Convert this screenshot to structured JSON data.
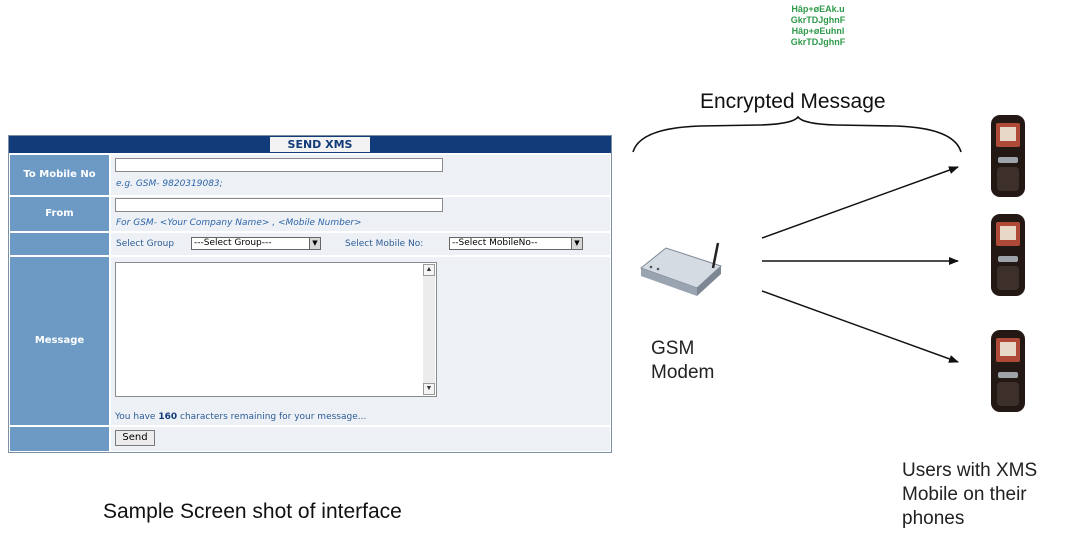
{
  "form": {
    "title": "SEND XMS",
    "to_label": "To Mobile No",
    "to_hint": "e.g. GSM-  9820319083;",
    "from_label": "From",
    "from_hint": "For GSM- <Your Company Name> , <Mobile Number>",
    "group_label": "Select Group",
    "group_value": "---Select Group---",
    "mobile_label": "Select Mobile No:",
    "mobile_value": "--Select MobileNo--",
    "message_label": "Message",
    "remaining_prefix": "You have",
    "remaining_count": "160",
    "remaining_suffix": "characters remaining for your message...",
    "send_label": "Send"
  },
  "diagram": {
    "encrypted_text_lines": [
      "Hâp+øEAk.u",
      "GkrTDJghnF",
      "Hâp+øEuhnl",
      "GkrTDJghnF"
    ],
    "encrypted_title": "Encrypted Message",
    "gsm_label_line1": "GSM",
    "gsm_label_line2": "Modem",
    "users_line1": "Users with XMS",
    "users_line2": "Mobile on their",
    "users_line3": "phones",
    "phone_icon": "phone-icon",
    "modem_icon": "gsm-modem-icon"
  },
  "caption": "Sample Screen shot of interface",
  "colors": {
    "header": "#123c79",
    "label_cell": "#6c9ac5",
    "field_cell": "#edf1f6",
    "hint_text": "#2d64a8",
    "encrypted_text": "#2f9a4b"
  }
}
